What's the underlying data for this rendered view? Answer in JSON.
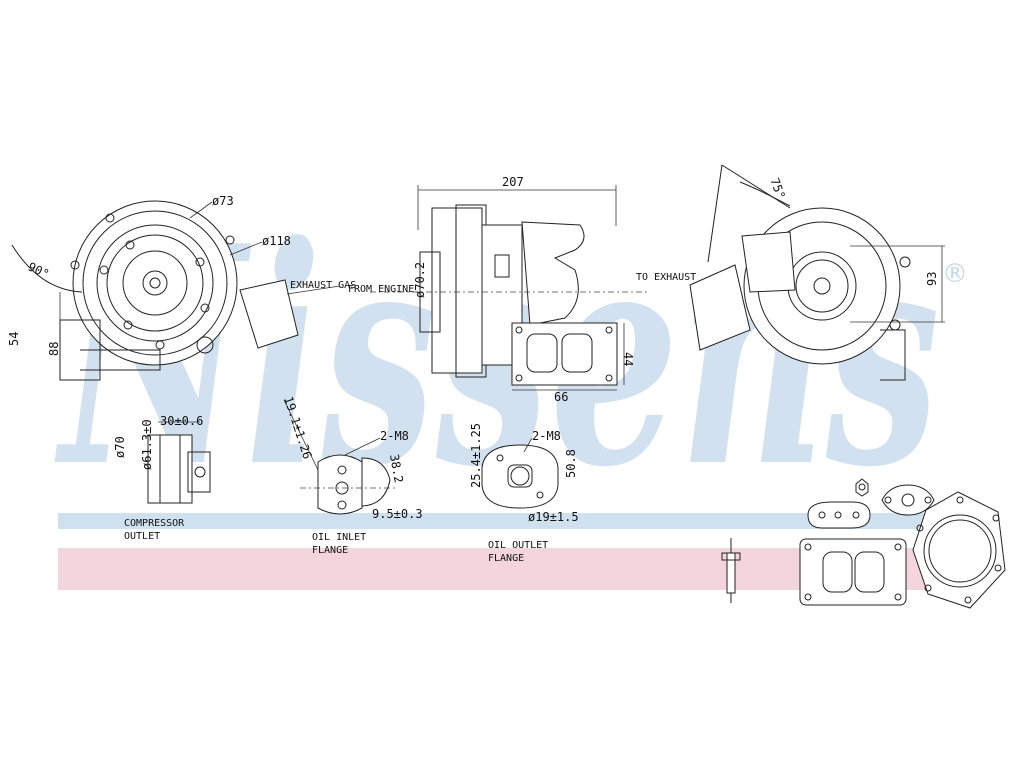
{
  "watermark": {
    "text": "Nissens",
    "registered": "®"
  },
  "colors": {
    "band_blue": "#cfe0ee",
    "band_pink": "#f4d5dd",
    "watermark_blue": "#c4d8ea",
    "line": "#222222"
  },
  "dimensions": {
    "compressor_flange_dia": "ø73",
    "housing_dia": "ø118",
    "angle_left": "90°",
    "height_88": "88",
    "side_small": "54",
    "length_207": "207",
    "inlet_dia": "ø70.2",
    "flange_width": "66",
    "flange_height": "44",
    "right_angle": "75°",
    "right_height": "93",
    "outlet_len": "30±0.6",
    "outlet_dia_70": "ø70",
    "outlet_dia_61": "ø61.3±0",
    "oil_in_angle": "19.1±1.26",
    "oil_in_thread": "2-M8",
    "oil_in_spacing": "38.2",
    "oil_in_bore": "9.5±0.3",
    "oil_out_thread": "2-M8",
    "oil_out_height": "25.4±1.25",
    "oil_out_spacing": "50.8",
    "oil_out_bore": "ø19±1.5"
  },
  "labels": {
    "compressor_outlet_1": "COMPRESSOR",
    "compressor_outlet_2": "OUTLET",
    "oil_inlet_1": "OIL INLET",
    "oil_inlet_2": "FLANGE",
    "oil_outlet_1": "OIL OUTLET",
    "oil_outlet_2": "FLANGE",
    "arrow_note_a": "EXHAUST GAS",
    "arrow_note_b": "FROM ENGINE",
    "arrow_note_c": "TO EXHAUST"
  }
}
